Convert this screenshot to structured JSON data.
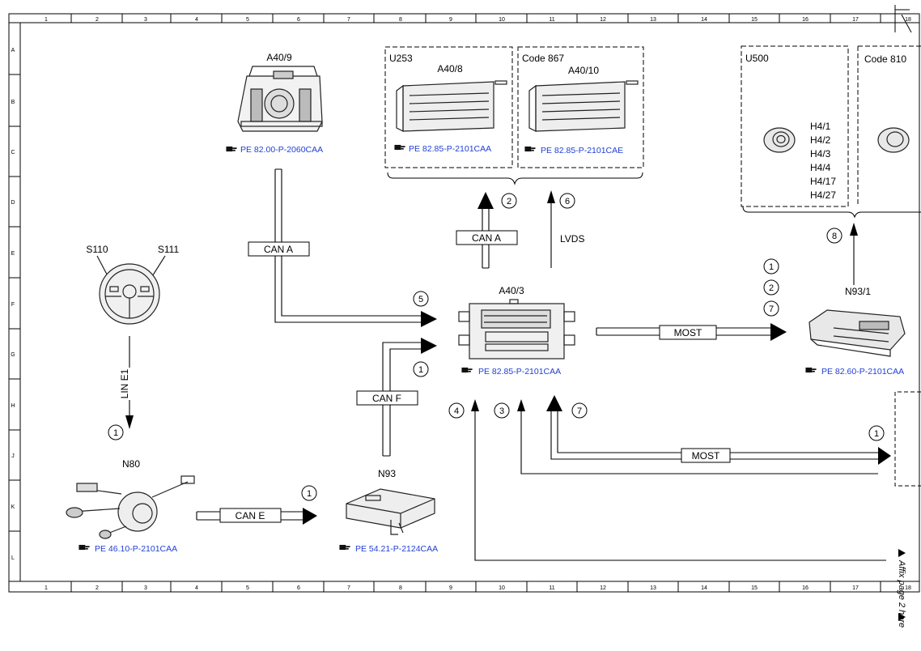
{
  "grid": {
    "columns": [
      "1",
      "2",
      "3",
      "4",
      "5",
      "6",
      "7",
      "8",
      "9",
      "10",
      "11",
      "12",
      "13",
      "14",
      "15",
      "16",
      "17",
      "18"
    ],
    "rows": [
      "A",
      "B",
      "C",
      "D",
      "E",
      "F",
      "G",
      "H",
      "J",
      "K",
      "L"
    ]
  },
  "components": {
    "a40_9": {
      "label": "A40/9",
      "ref": "PE 82.00-P-2060CAA"
    },
    "a40_8": {
      "label": "A40/8",
      "group": "U253",
      "ref": "PE 82.85-P-2101CAA"
    },
    "a40_10": {
      "label": "A40/10",
      "group": "Code 867",
      "ref": "PE 82.85-P-2101CAE"
    },
    "speakers": {
      "group": "U500",
      "labels": [
        "H4/1",
        "H4/2",
        "H4/3",
        "H4/4",
        "H4/17",
        "H4/27"
      ]
    },
    "code810": {
      "group": "Code 810"
    },
    "a40_3": {
      "label": "A40/3",
      "ref": "PE 82.85-P-2101CAA"
    },
    "n93_1": {
      "label": "N93/1",
      "ref": "PE 82.60-P-2101CAA"
    },
    "steering": {
      "left": "S110",
      "right": "S111"
    },
    "n80": {
      "label": "N80",
      "ref": "PE 46.10-P-2101CAA"
    },
    "n93": {
      "label": "N93",
      "ref": "PE 54.21-P-2124CAA"
    }
  },
  "buses": {
    "can_a_left": "CAN A",
    "can_a_up": "CAN A",
    "lvds": "LVDS",
    "most_right": "MOST",
    "most_lower": "MOST",
    "can_f": "CAN F",
    "can_e": "CAN E",
    "lin_e1": "LIN E1"
  },
  "callouts": {
    "up_can_a": "2",
    "up_lvds": "6",
    "n93_1_up": "8",
    "most_stack": [
      "1",
      "2",
      "7"
    ],
    "in_5": "5",
    "in_1": "1",
    "lower_4": "4",
    "lower_3": "3",
    "lower_7": "7",
    "lower_right": "1",
    "lin": "1",
    "can_e": "1"
  },
  "margin_note": "Affix page 2 here"
}
